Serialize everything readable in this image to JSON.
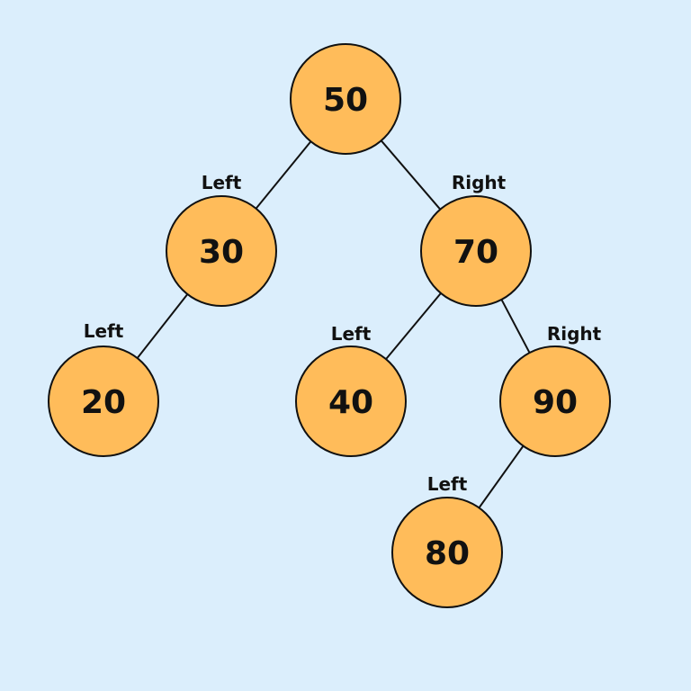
{
  "colors": {
    "background": "#dbeefc",
    "node_fill": "#ffbc5a",
    "stroke": "#111111"
  },
  "tree": {
    "nodes": [
      {
        "id": "n50",
        "value": "50"
      },
      {
        "id": "n30",
        "value": "30"
      },
      {
        "id": "n70",
        "value": "70"
      },
      {
        "id": "n20",
        "value": "20"
      },
      {
        "id": "n40",
        "value": "40"
      },
      {
        "id": "n90",
        "value": "90"
      },
      {
        "id": "n80",
        "value": "80"
      }
    ],
    "edges": [
      {
        "from": "n50",
        "to": "n30",
        "label": "Left"
      },
      {
        "from": "n50",
        "to": "n70",
        "label": "Right"
      },
      {
        "from": "n30",
        "to": "n20",
        "label": "Left"
      },
      {
        "from": "n70",
        "to": "n40",
        "label": "Left"
      },
      {
        "from": "n70",
        "to": "n90",
        "label": "Right"
      },
      {
        "from": "n90",
        "to": "n80",
        "label": "Left"
      }
    ]
  }
}
